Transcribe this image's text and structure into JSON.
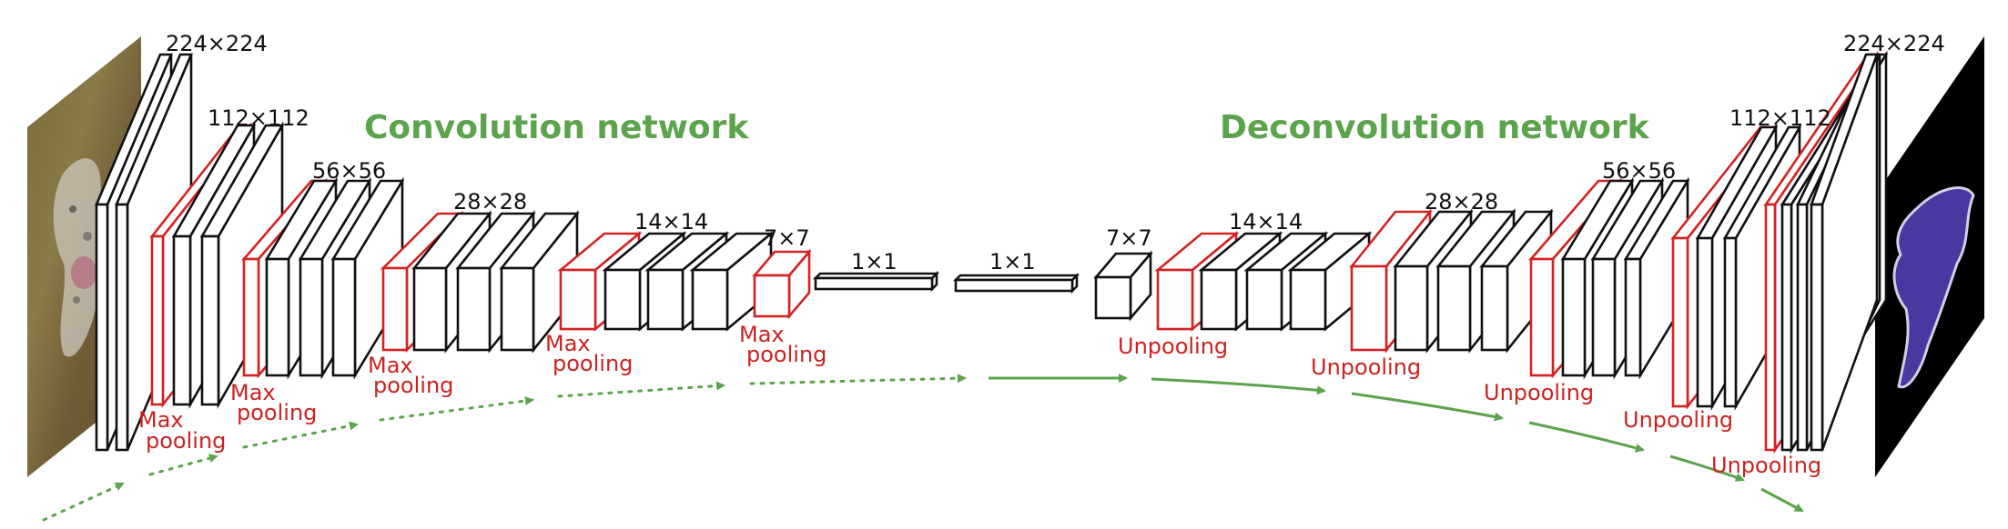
{
  "titles": {
    "conv": "Convolution network",
    "deconv": "Deconvolution network"
  },
  "dims": {
    "d224a": "224×224",
    "d112a": "112×112",
    "d56a": "56×56",
    "d28a": "28×28",
    "d14a": "14×14",
    "d7a": "7×7",
    "d1a": "1×1",
    "d1b": "1×1",
    "d7b": "7×7",
    "d14b": "14×14",
    "d28b": "28×28",
    "d56b": "56×56",
    "d112b": "112×112",
    "d224b": "224×224"
  },
  "ops": {
    "max": "Max",
    "pooling": "pooling",
    "unpooling": "Unpooling"
  },
  "colors": {
    "title": "#5ba34c",
    "pool_layer": "#d32222",
    "conv_layer": "#111111",
    "arrow": "#5ba34c"
  },
  "images": {
    "input": "input-photo-dog",
    "output": "output-segmentation-mask"
  }
}
